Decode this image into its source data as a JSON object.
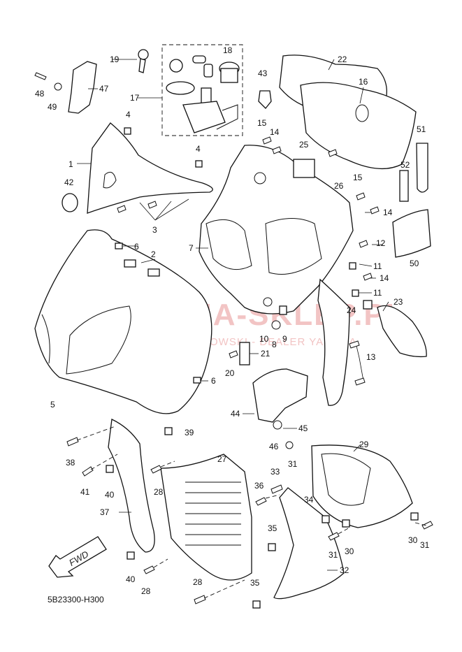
{
  "diagram_code": "5B23300-H300",
  "watermark": {
    "line1": "YAMA-SKLEP.PL",
    "line2": "WOJCIECHOWSKI - DEALER YAMAHA"
  },
  "direction_label": "FWD",
  "colors": {
    "line": "#111111",
    "watermark": "#f2c4c4"
  },
  "callouts": [
    "1",
    "2",
    "3",
    "4",
    "4",
    "5",
    "6",
    "6",
    "7",
    "8",
    "9",
    "10",
    "11",
    "11",
    "12",
    "13",
    "14",
    "14",
    "14",
    "15",
    "15",
    "16",
    "17",
    "18",
    "19",
    "20",
    "21",
    "22",
    "23",
    "24",
    "25",
    "26",
    "27",
    "28",
    "28",
    "28",
    "29",
    "30",
    "30",
    "31",
    "31",
    "31",
    "32",
    "33",
    "34",
    "35",
    "35",
    "36",
    "37",
    "38",
    "39",
    "40",
    "40",
    "41",
    "42",
    "43",
    "44",
    "45",
    "46",
    "47",
    "48",
    "49",
    "50",
    "51",
    "52"
  ]
}
